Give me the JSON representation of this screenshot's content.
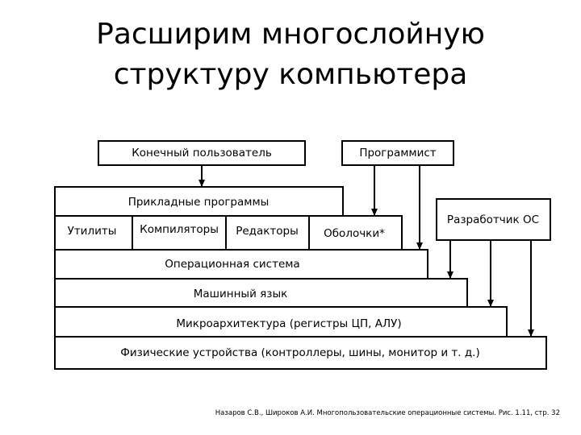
{
  "title": {
    "line1": "Расширим многослойную",
    "line2": "структуру компьютера"
  },
  "roles": {
    "end_user": "Конечный пользователь",
    "programmer": "Программист",
    "os_developer": "Разработчик ОС"
  },
  "layers": {
    "applications": "Прикладные программы",
    "utilities": "Утилиты",
    "compilers": "Компиляторы",
    "editors": "Редакторы",
    "shells": "Оболочки*",
    "operating_system": "Операционная система",
    "machine_language": "Машинный язык",
    "microarchitecture": "Микроархитектура (регистры ЦП, АЛУ)",
    "physical_devices": "Физические устройства (контроллеры, шины, монитор и т. д.)"
  },
  "citation": "Назаров С.В., Широков А.И. Многопользовательские операционные системы. Рис. 1.11, стр. 32"
}
